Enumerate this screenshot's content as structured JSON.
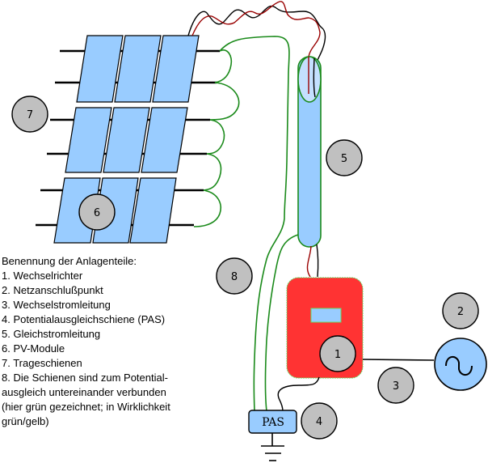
{
  "diagram": {
    "title": "Benennung der Anlagenteile:",
    "legend": [
      "1. Wechselrichter",
      "2. Netzanschlußpunkt",
      "3. Wechselstromleitung",
      "4. Potentialausgleichschiene (PAS)",
      "5. Gleichstromleitung",
      "6. PV-Module",
      "7. Trageschienen",
      "8. Die Schienen sind zum Potential-",
      "ausgleich untereinander verbunden",
      "(hier grün gezeichnet; in Wirklichkeit",
      "grün/gelb)"
    ],
    "badges": {
      "inverter": "1",
      "grid_connection": "2",
      "ac_line": "3",
      "pas": "4",
      "dc_line": "5",
      "pv_modules": "6",
      "mounting_rails": "7",
      "bonding": "8"
    },
    "pas_label": "PAS",
    "icons": {
      "grid": "ac-sine-icon",
      "ground": "ground-icon"
    },
    "colors": {
      "panel_fill": "#99ccff",
      "inverter_fill": "#ff3333",
      "badge_fill": "#c0c0c0",
      "bonding_wire": "#1a8a1a",
      "dc_positive": "#990000",
      "dc_negative": "#000000",
      "conduit_fill": "#99ccff"
    }
  }
}
